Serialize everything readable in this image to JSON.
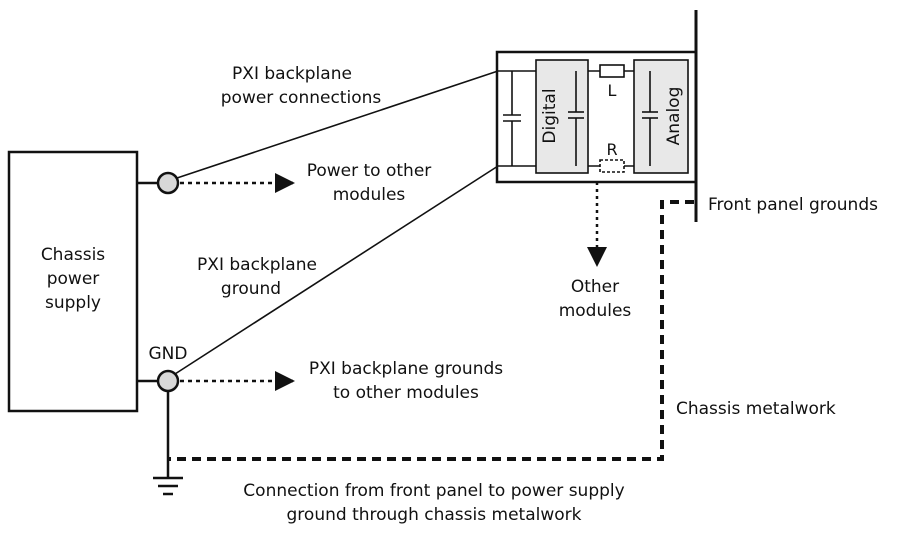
{
  "labels": {
    "supply_line1": "Chassis",
    "supply_line2": "power",
    "supply_line3": "supply",
    "gnd": "GND",
    "pwr_conn_line1": "PXI backplane",
    "pwr_conn_line2": "power connections",
    "power_other_line1": "Power to other",
    "power_other_line2": "modules",
    "bp_ground_line1": "PXI backplane",
    "bp_ground_line2": "ground",
    "bp_grounds_other_line1": "PXI backplane grounds",
    "bp_grounds_other_line2": "to other modules",
    "digital": "Digital",
    "analog": "Analog",
    "inductor": "L",
    "resistor": "R",
    "other_modules_line1": "Other",
    "other_modules_line2": "modules",
    "front_panel_grounds": "Front panel grounds",
    "chassis_metalwork": "Chassis metalwork",
    "caption_line1": "Connection from front panel to power supply",
    "caption_line2": "ground through chassis metalwork"
  }
}
